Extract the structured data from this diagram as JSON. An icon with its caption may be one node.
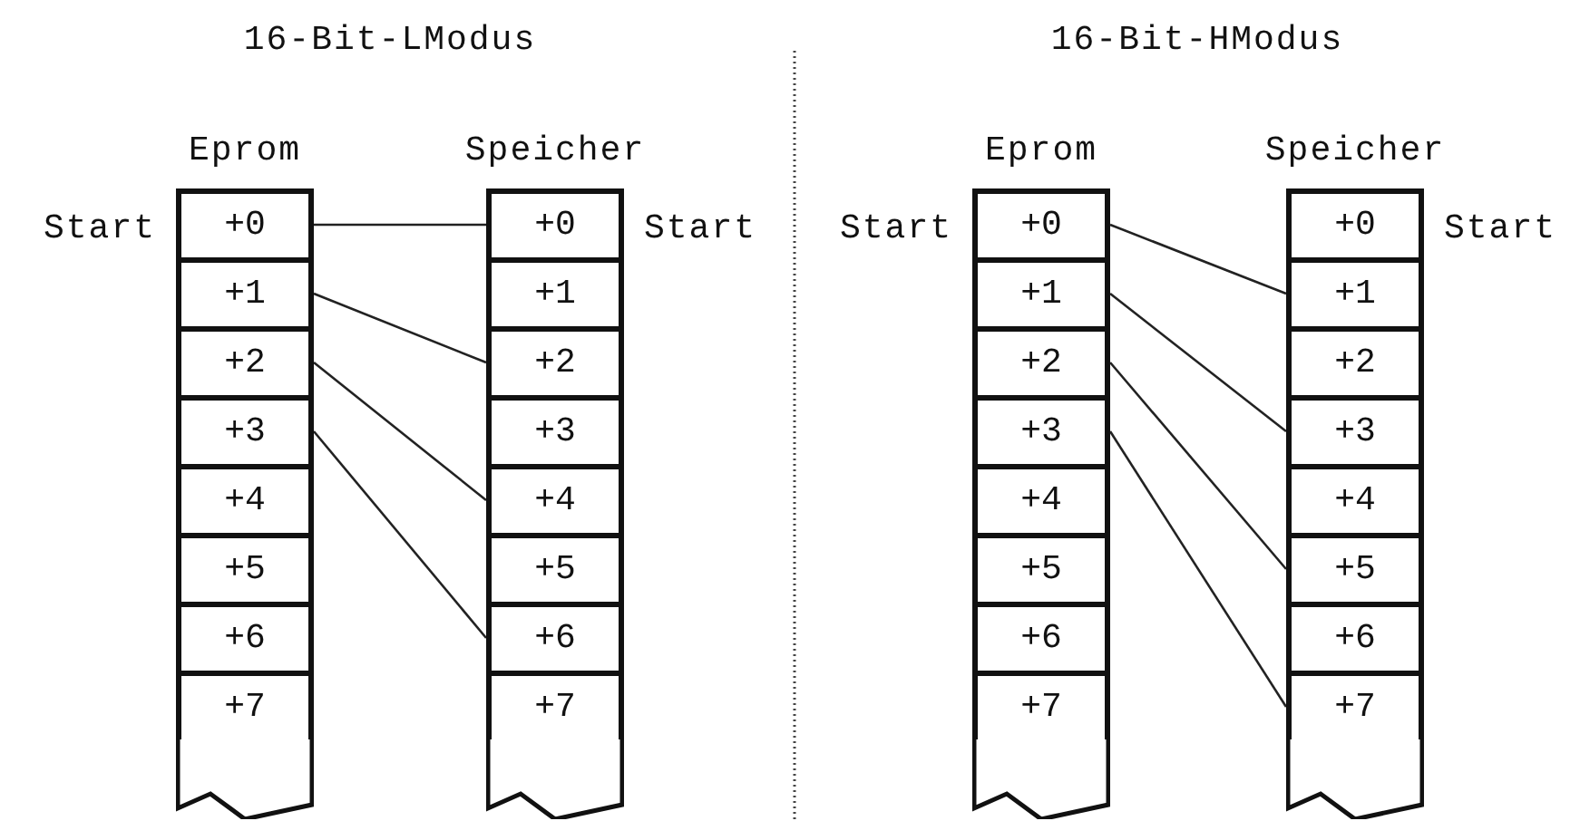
{
  "diagram": {
    "nodes": [
      {
        "text": [
          "Eprom"
        ]
      },
      {
        "text": [
          "+0"
        ],
        "in": 0,
        "beside": [
          "Start"
        ]
      },
      {
        "text": [
          "+1"
        ],
        "in": 0
      },
      {
        "text": [
          "+2"
        ],
        "in": 0
      },
      {
        "text": [
          "+3"
        ],
        "in": 0
      },
      {
        "text": [
          "+4"
        ],
        "in": 0
      },
      {
        "text": [
          "+5"
        ],
        "in": 0
      },
      {
        "text": [
          "+6"
        ],
        "in": 0
      },
      {
        "text": [
          "+7"
        ],
        "in": 0
      },
      {
        "text": [],
        "shape": "box",
        "in": 0
      },
      {
        "text": [
          "Speicher"
        ]
      },
      {
        "text": [
          "+0"
        ],
        "in": 10,
        "beside": [
          "Start"
        ]
      },
      {
        "text": [
          "+1"
        ],
        "in": 10
      },
      {
        "text": [
          "+2"
        ],
        "in": 10
      },
      {
        "text": [
          "+3"
        ],
        "in": 10
      },
      {
        "text": [
          "+4"
        ],
        "in": 10
      },
      {
        "text": [
          "+5"
        ],
        "in": 10
      },
      {
        "text": [
          "+6"
        ],
        "in": 10
      },
      {
        "text": [
          "+7"
        ],
        "in": 10
      },
      {
        "text": [],
        "shape": "box",
        "in": 10
      },
      {
        "text": [
          "Eprom"
        ]
      },
      {
        "text": [
          "+0"
        ],
        "in": 20,
        "beside": [
          "Start"
        ]
      },
      {
        "text": [
          "+1"
        ],
        "in": 20
      },
      {
        "text": [
          "+2"
        ],
        "in": 20
      },
      {
        "text": [
          "+3"
        ],
        "in": 20
      },
      {
        "text": [
          "+4"
        ],
        "in": 20
      },
      {
        "text": [
          "+5"
        ],
        "in": 20
      },
      {
        "text": [
          "+6"
        ],
        "in": 20
      },
      {
        "text": [
          "+7"
        ],
        "in": 20
      },
      {
        "text": [],
        "shape": "box",
        "in": 20
      },
      {
        "text": [
          "Speicher"
        ]
      },
      {
        "text": [
          "+0"
        ],
        "in": 30,
        "beside": [
          "Start"
        ]
      },
      {
        "text": [
          "+1"
        ],
        "in": 30
      },
      {
        "text": [
          "+2"
        ],
        "in": 30
      },
      {
        "text": [
          "+3"
        ],
        "in": 30
      },
      {
        "text": [
          "+4"
        ],
        "in": 30
      },
      {
        "text": [
          "+5"
        ],
        "in": 30
      },
      {
        "text": [
          "+6"
        ],
        "in": 30
      },
      {
        "text": [
          "+7"
        ],
        "in": 30
      },
      {
        "text": [],
        "shape": "box",
        "in": 30
      }
    ],
    "edges": [
      {
        "from": 1,
        "to": 11,
        "arrow": "none"
      },
      {
        "from": 2,
        "to": 13,
        "arrow": "none"
      },
      {
        "from": 3,
        "to": 15,
        "arrow": "none"
      },
      {
        "from": 4,
        "to": 17,
        "arrow": "none"
      },
      {
        "from": 21,
        "to": 32,
        "arrow": "none"
      },
      {
        "from": 22,
        "to": 34,
        "arrow": "none"
      },
      {
        "from": 23,
        "to": 36,
        "arrow": "none"
      },
      {
        "from": 24,
        "to": 38,
        "arrow": "none"
      }
    ],
    "labels": [
      "16-Bit-LModus",
      "16-Bit-HModus"
    ]
  }
}
